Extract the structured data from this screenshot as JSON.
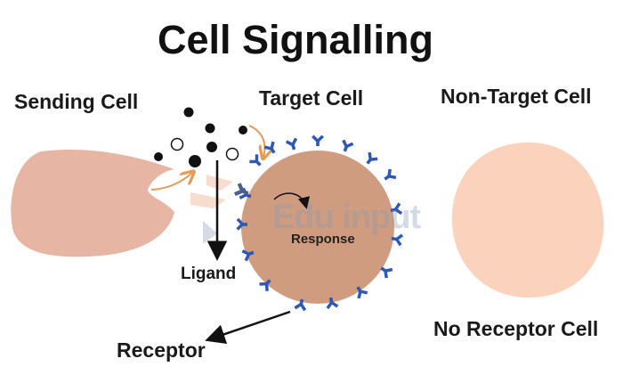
{
  "title": "Cell Signalling",
  "labels": {
    "sending_cell": "Sending Cell",
    "target_cell": "Target Cell",
    "non_target_cell": "Non-Target Cell",
    "response": "Response",
    "ligand": "Ligand",
    "no_receptor_cell": "No Receptor Cell",
    "receptor": "Receptor"
  },
  "watermark": "Edu input",
  "colors": {
    "sending_cell": "#e6b5a4",
    "target_cell": "#cf9c80",
    "non_target_cell": "#fbd2bb",
    "receptor": "#2d58b5",
    "arrow_orange": "#e59a55",
    "ligand": "#111111"
  }
}
